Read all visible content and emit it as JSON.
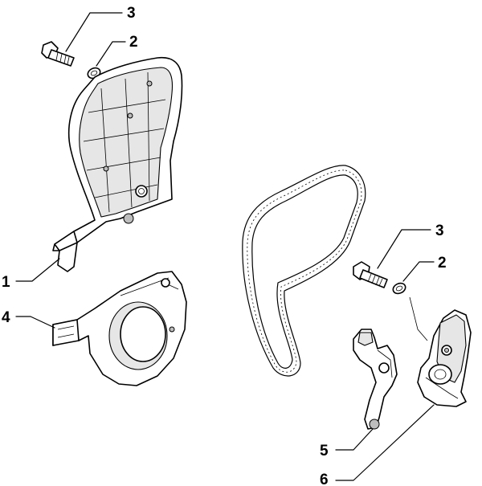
{
  "callouts": [
    {
      "id": "c1",
      "label": "1"
    },
    {
      "id": "c2a",
      "label": "2"
    },
    {
      "id": "c2b",
      "label": "2"
    },
    {
      "id": "c3a",
      "label": "3"
    },
    {
      "id": "c3b",
      "label": "3"
    },
    {
      "id": "c4",
      "label": "4"
    },
    {
      "id": "c5",
      "label": "5"
    },
    {
      "id": "c6",
      "label": "6"
    }
  ]
}
